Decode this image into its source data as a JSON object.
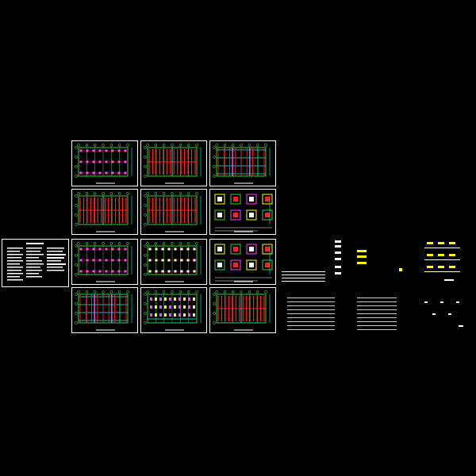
{
  "drawing": {
    "background_color": "#000000",
    "colors": {
      "frame": "#ffffff",
      "axis_grid": "#33cc33",
      "beam": "#ff2020",
      "column": "#ff40ff",
      "dimension": "#00ffff",
      "note": "#ffff00",
      "text": "#ffffff"
    },
    "sheets": [
      {
        "id": "s1",
        "kind": "plan-columns"
      },
      {
        "id": "s2",
        "kind": "plan-dense"
      },
      {
        "id": "s3",
        "kind": "plan-frame"
      },
      {
        "id": "s4",
        "kind": "plan-dense"
      },
      {
        "id": "s5",
        "kind": "plan-dense"
      },
      {
        "id": "s6",
        "kind": "details"
      },
      {
        "id": "s7",
        "kind": "plan-columns"
      },
      {
        "id": "s8",
        "kind": "plan-columns-sparse"
      },
      {
        "id": "s9",
        "kind": "details"
      },
      {
        "id": "s10",
        "kind": "plan-frame"
      },
      {
        "id": "s11",
        "kind": "plan-mixed"
      },
      {
        "id": "s12",
        "kind": "plan-dense"
      }
    ],
    "has_legend_sheet": true,
    "icons": [
      "drawing-sheet-icon",
      "legend-table-icon",
      "detail-table-icon"
    ]
  }
}
